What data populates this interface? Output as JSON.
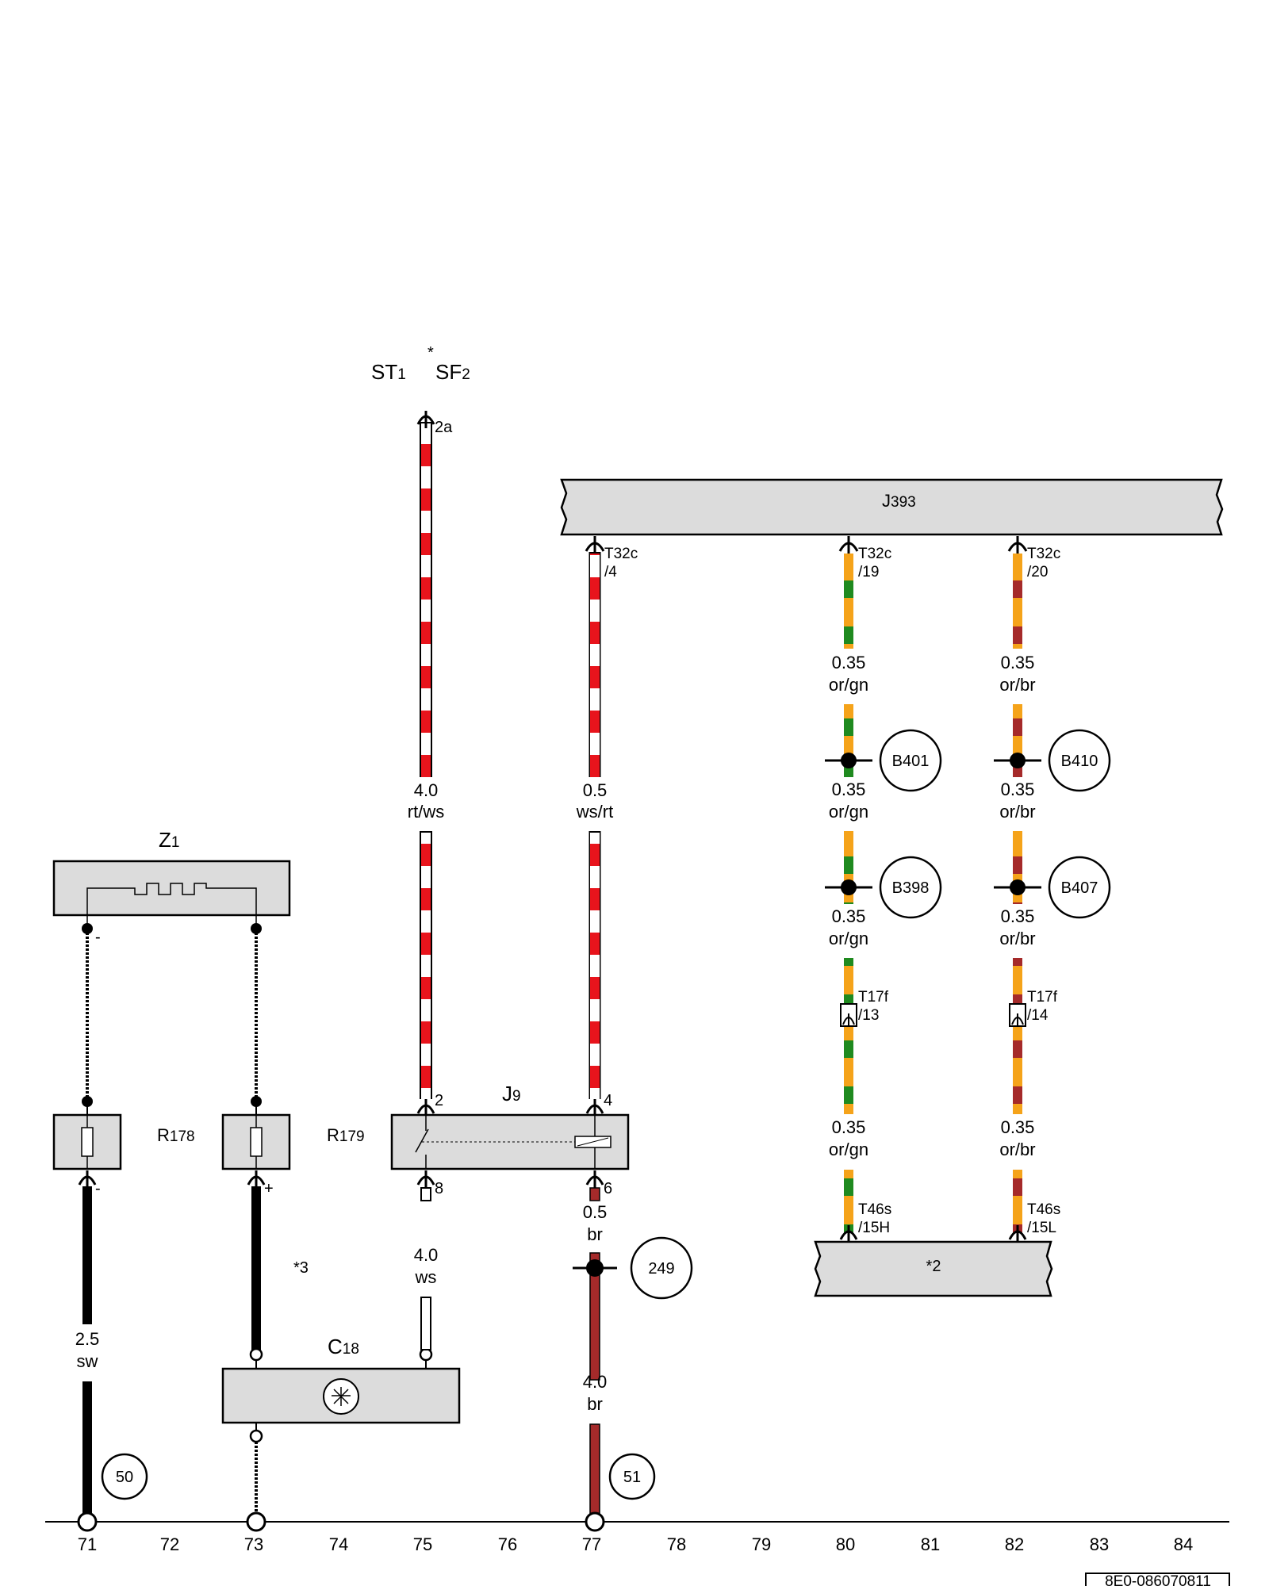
{
  "doc_id": "8E0-086070811",
  "column_numbers": [
    "71",
    "72",
    "73",
    "74",
    "75",
    "76",
    "77",
    "78",
    "79",
    "80",
    "81",
    "82",
    "83",
    "84"
  ],
  "components": {
    "st1": {
      "main": "ST",
      "sub": "1"
    },
    "sf2": {
      "main": "SF",
      "sub": "2",
      "star": "*"
    },
    "j393": {
      "main": "J",
      "sub": "393"
    },
    "z1": {
      "main": "Z",
      "sub": "1"
    },
    "r178": {
      "main": "R",
      "sub": "178"
    },
    "r179": {
      "main": "R",
      "sub": "179"
    },
    "j9": {
      "main": "J",
      "sub": "9"
    },
    "c18": {
      "main": "C",
      "sub": "18"
    },
    "star2": "*2",
    "star3": "*3"
  },
  "pins": {
    "p2a": "2a",
    "t32c_a": "T32c",
    "t32c_4": "/4",
    "t32c_b": "T32c",
    "t32c_19": "/19",
    "t32c_c": "T32c",
    "t32c_20": "/20",
    "t17f_a": "T17f",
    "t17f_13": "/13",
    "t17f_b": "T17f",
    "t17f_14": "/14",
    "t46s_a": "T46s",
    "t46s_15h": "/15H",
    "t46s_b": "T46s",
    "t46s_15l": "/15L",
    "j9_2": "2",
    "j9_4": "4",
    "j9_8": "8",
    "j9_6": "6",
    "z1_minus": "-",
    "r178_minus": "-",
    "r179_plus": "+"
  },
  "wire_labels": {
    "w75a_size": "4.0",
    "w75a_color": "rt/ws",
    "w77a_size": "0.5",
    "w77a_color": "ws/rt",
    "w80a_size": "0.35",
    "w80a_color": "or/gn",
    "w80b_size": "0.35",
    "w80b_color": "or/gn",
    "w80c_size": "0.35",
    "w80c_color": "or/gn",
    "w80d_size": "0.35",
    "w80d_color": "or/gn",
    "w82a_size": "0.35",
    "w82a_color": "or/br",
    "w82b_size": "0.35",
    "w82b_color": "or/br",
    "w82c_size": "0.35",
    "w82c_color": "or/br",
    "w82d_size": "0.35",
    "w82d_color": "or/br",
    "w77b_size": "0.5",
    "w77b_color": "br",
    "w77c_size": "4.0",
    "w77c_color": "br",
    "w75b_size": "4.0",
    "w75b_color": "ws",
    "w71_size": "2.5",
    "w71_color": "sw"
  },
  "connection_points": {
    "b401": "B401",
    "b410": "B410",
    "b398": "B398",
    "b407": "B407",
    "n249": "249",
    "n50": "50",
    "n51": "51"
  },
  "colors": {
    "red": "#e8141c",
    "white": "#ffffff",
    "orange": "#f5a31a",
    "green": "#1f8a1f",
    "brown": "#a52a2a",
    "black": "#000000",
    "box_fill": "#dcdcdc"
  }
}
